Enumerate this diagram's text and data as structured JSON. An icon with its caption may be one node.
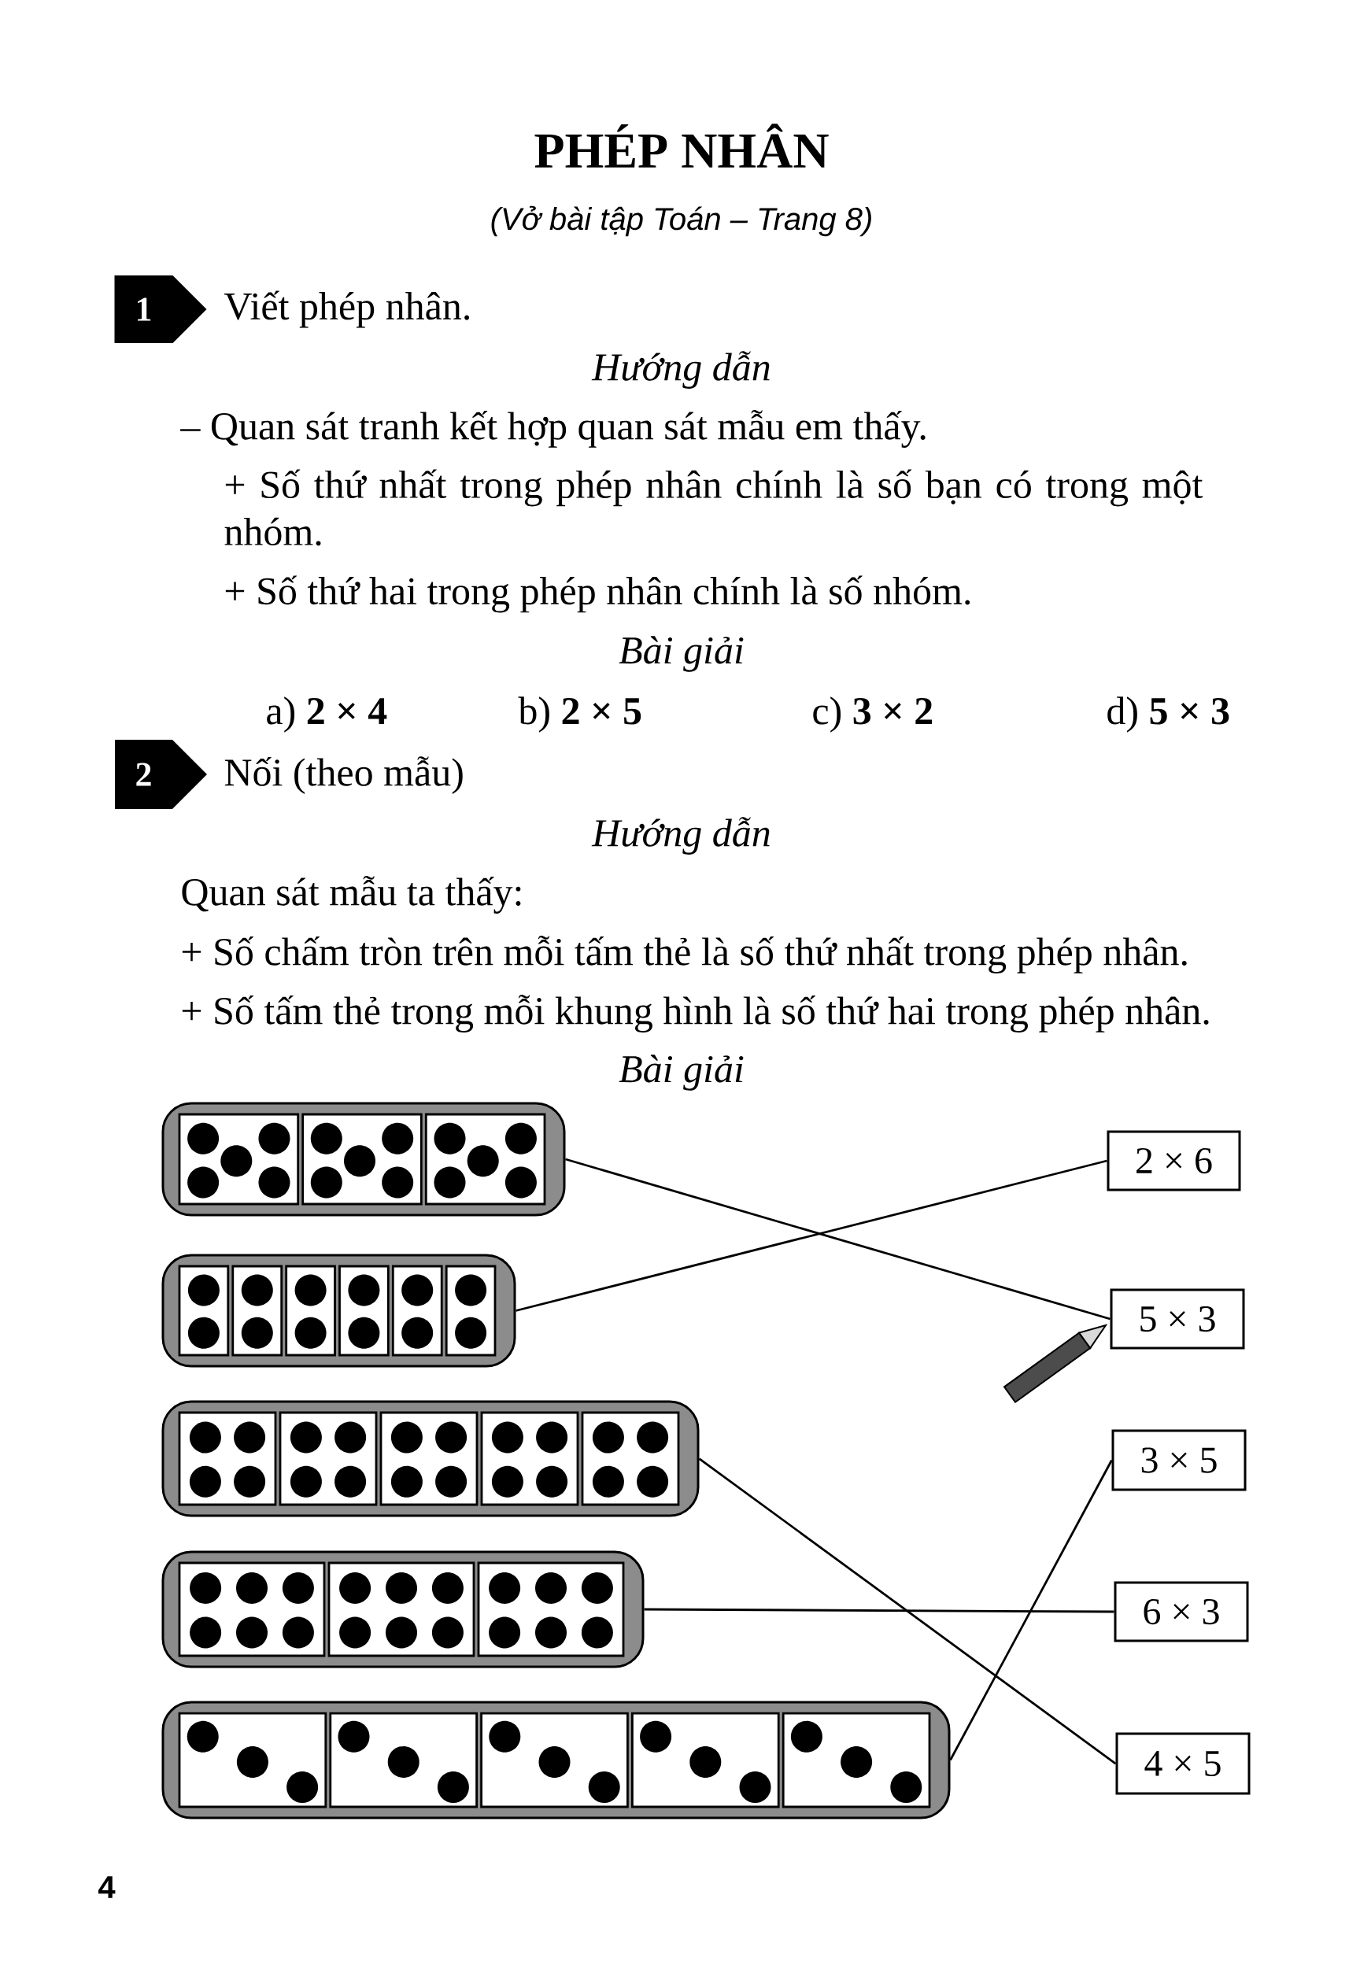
{
  "diagram": {
    "title": "PHÉP NHÂN",
    "nodes": [
      {
        "text": [
          "1"
        ]
      },
      {
        "text": [
          "2"
        ]
      },
      {
        "text": [],
        "shape": "box"
      },
      {
        "text": [],
        "shape": "box"
      },
      {
        "text": [],
        "shape": "box"
      },
      {
        "text": [],
        "shape": "box"
      },
      {
        "text": [],
        "shape": "box"
      },
      {
        "text": [
          "2 × 6"
        ]
      },
      {
        "text": [
          "5 × 3"
        ]
      },
      {
        "text": [
          "3 × 5"
        ]
      },
      {
        "text": [
          "6 × 3"
        ]
      },
      {
        "text": [
          "4 × 5"
        ]
      }
    ],
    "edges": [
      {
        "from": 2,
        "to": 8,
        "arrow": "none"
      },
      {
        "from": 3,
        "to": 7,
        "arrow": "none"
      },
      {
        "from": 4,
        "to": 11,
        "arrow": "none"
      },
      {
        "from": 5,
        "to": 10,
        "arrow": "none"
      },
      {
        "from": 6,
        "to": 9,
        "arrow": "none"
      }
    ],
    "labels": [
      "(Vở bài tập Toán – Trang 8)",
      "Viết phép nhân.",
      "Hướng dẫn",
      "– Quan sát tranh kết hợp quan sát mẫu em thấy.",
      "+ Số thứ nhất trong phép nhân chính là số bạn có trong một nhóm.",
      "+ Số thứ hai trong phép nhân chính là số nhóm.",
      "Bài giải",
      "a) **2 × 4**",
      "b) **2 × 5**",
      "c) **3 × 2**",
      "d) **5 × 3**",
      "Nối (theo mẫu)",
      "Hướng dẫn",
      "Quan sát mẫu ta thấy:",
      "+ Số chấm tròn trên mỗi tấm thẻ là số thứ nhất trong phép nhân.",
      "+ Số tấm thẻ trong mỗi khung hình là số thứ hai trong phép nhân.",
      "Bài giải",
      "4"
    ]
  }
}
